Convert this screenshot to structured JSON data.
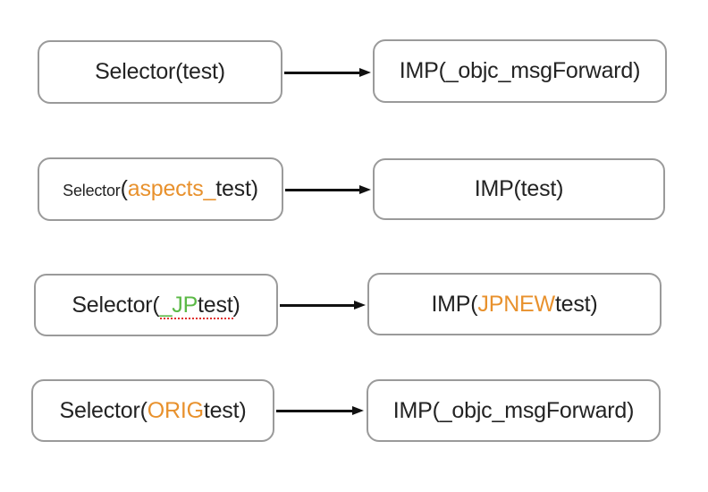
{
  "colors": {
    "orange": "#E8912D",
    "green": "#5BB946",
    "red": "#E0302D",
    "border": "#9A9A9A",
    "text": "#232323",
    "arrow": "#111111",
    "bg": "#FFFFFF"
  },
  "rows": [
    {
      "left": {
        "segments": [
          {
            "text": "Selector(test)",
            "color": "black"
          }
        ]
      },
      "right": {
        "segments": [
          {
            "text": "IMP(_objc_msgForward)",
            "color": "black"
          }
        ]
      }
    },
    {
      "left": {
        "segments": [
          {
            "text": "Selector",
            "color": "black",
            "size": "small"
          },
          {
            "text": "(",
            "color": "black"
          },
          {
            "text": "aspects_",
            "color": "orange"
          },
          {
            "text": "test)",
            "color": "black"
          }
        ]
      },
      "right": {
        "segments": [
          {
            "text": "IMP(test)",
            "color": "black"
          }
        ]
      }
    },
    {
      "left": {
        "segments": [
          {
            "text": "Selector(",
            "color": "black"
          },
          {
            "text": "_JP",
            "color": "green",
            "underline": "red-dotted"
          },
          {
            "text": "test",
            "color": "black",
            "underline": "red-dotted"
          },
          {
            "text": ")",
            "color": "black"
          }
        ]
      },
      "right": {
        "segments": [
          {
            "text": "IMP(",
            "color": "black"
          },
          {
            "text": "JPNEW",
            "color": "orange"
          },
          {
            "text": "test)",
            "color": "black"
          }
        ]
      }
    },
    {
      "left": {
        "segments": [
          {
            "text": "Selector(",
            "color": "black"
          },
          {
            "text": "ORIG",
            "color": "orange"
          },
          {
            "text": "test)",
            "color": "black"
          }
        ]
      },
      "right": {
        "segments": [
          {
            "text": "IMP(_objc_msgForward)",
            "color": "black"
          }
        ]
      }
    }
  ]
}
